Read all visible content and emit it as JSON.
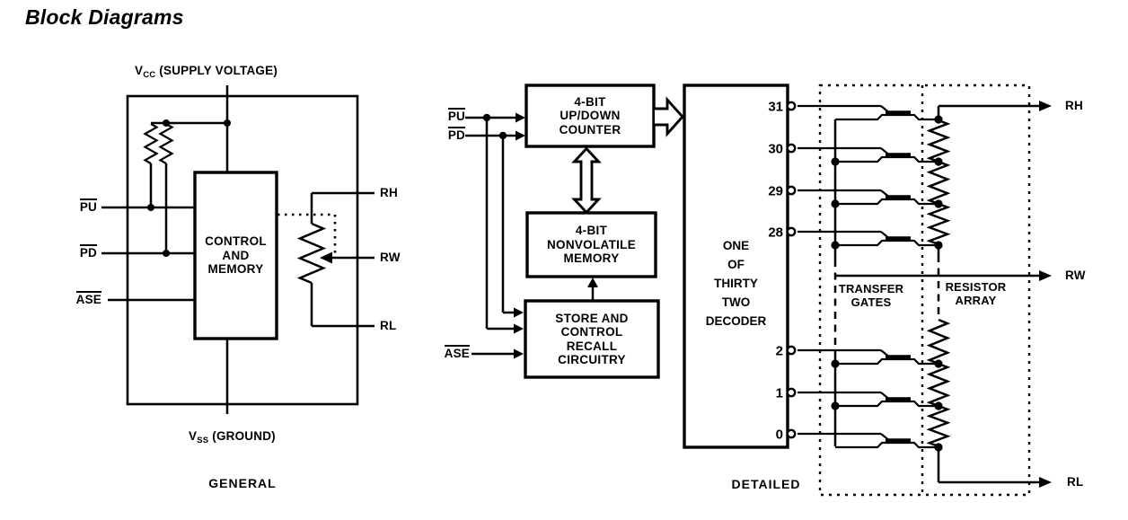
{
  "title": "Block Diagrams",
  "colors": {
    "ink": "#000000",
    "background": "#ffffff"
  },
  "general": {
    "caption": "GENERAL",
    "supply": {
      "v": "V",
      "sub": "CC",
      "rest": " (SUPPLY VOLTAGE)"
    },
    "ground": {
      "v": "V",
      "sub": "SS",
      "rest": " (GROUND)"
    },
    "control_box": "CONTROL\nAND\nMEMORY",
    "pins": {
      "pu": "PU",
      "pd": "PD",
      "ase": "ASE"
    },
    "terminals": {
      "rh": "RH",
      "rw": "RW",
      "rl": "RL"
    }
  },
  "detailed": {
    "caption": "DETAILED",
    "counter_box": "4-BIT\nUP/DOWN\nCOUNTER",
    "memory_box": "4-BIT\nNONVOLATILE\nMEMORY",
    "store_box": "STORE AND\nCONTROL\nRECALL\nCIRCUITRY",
    "decoder_box": "ONE\nOF\nTHIRTY\nTWO\nDECODER",
    "transfer_gates_label": "TRANSFER\nGATES",
    "resistor_array_label": "RESISTOR\nARRAY",
    "pins": {
      "pu": "PU",
      "pd": "PD",
      "ase": "ASE"
    },
    "terminals": {
      "rh": "RH",
      "rw": "RW",
      "rl": "RL"
    },
    "decoder_outputs_top": [
      "31",
      "30",
      "29",
      "28"
    ],
    "decoder_outputs_bottom": [
      "2",
      "1",
      "0"
    ]
  }
}
